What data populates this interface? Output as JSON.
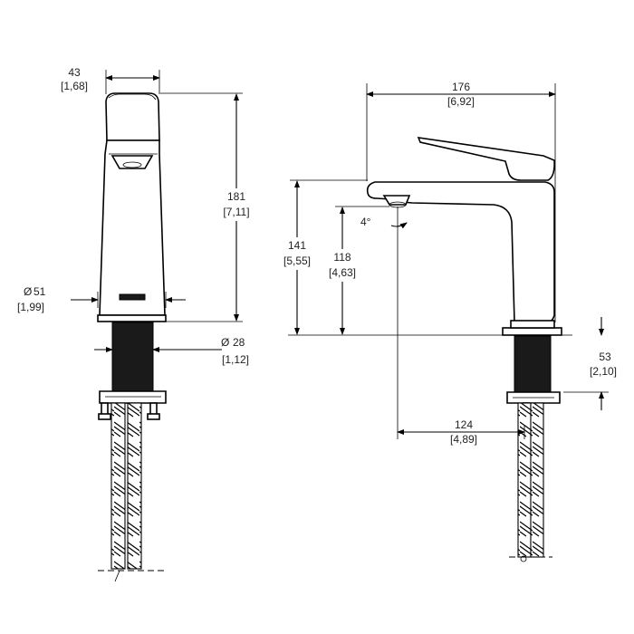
{
  "front_view": {
    "width": {
      "mm": "43",
      "in": "[1,68]"
    },
    "height": {
      "mm": "181",
      "in": "[7,11]"
    },
    "base_diameter": {
      "mm": "51",
      "in": "[1,99]"
    },
    "shank_diameter": {
      "mm": "28",
      "in": "[1,12]"
    },
    "diameter_symbol": "Ø"
  },
  "side_view": {
    "length": {
      "mm": "176",
      "in": "[6,92]"
    },
    "spout_height": {
      "mm": "141",
      "in": "[5,55]"
    },
    "outlet_height": {
      "mm": "118",
      "in": "[4,63]"
    },
    "angle": "4°",
    "mount_depth": {
      "mm": "53",
      "in": "[2,10]"
    },
    "outlet_projection": {
      "mm": "124",
      "in": "[4,89]"
    }
  }
}
